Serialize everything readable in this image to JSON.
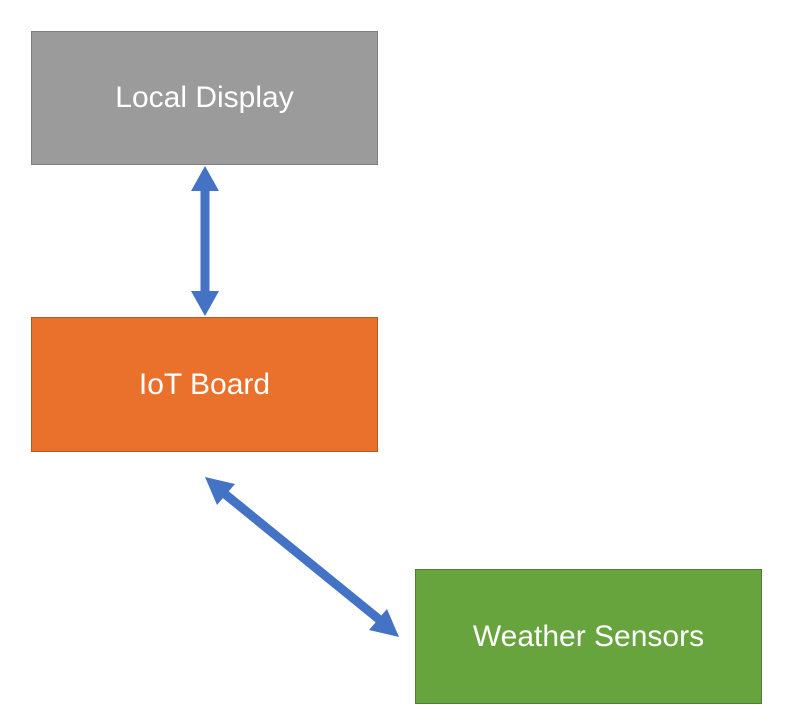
{
  "nodes": {
    "display": {
      "label": "Local Display",
      "color": "#9b9b9b"
    },
    "iot": {
      "label": "IoT Board",
      "color": "#e9712b"
    },
    "sensors": {
      "label": "Weather Sensors",
      "color": "#67a43e"
    }
  },
  "connectors": {
    "color": "#4472c4",
    "links": [
      {
        "from": "display",
        "to": "iot",
        "direction": "bidirectional"
      },
      {
        "from": "iot",
        "to": "sensors",
        "direction": "bidirectional"
      }
    ]
  }
}
